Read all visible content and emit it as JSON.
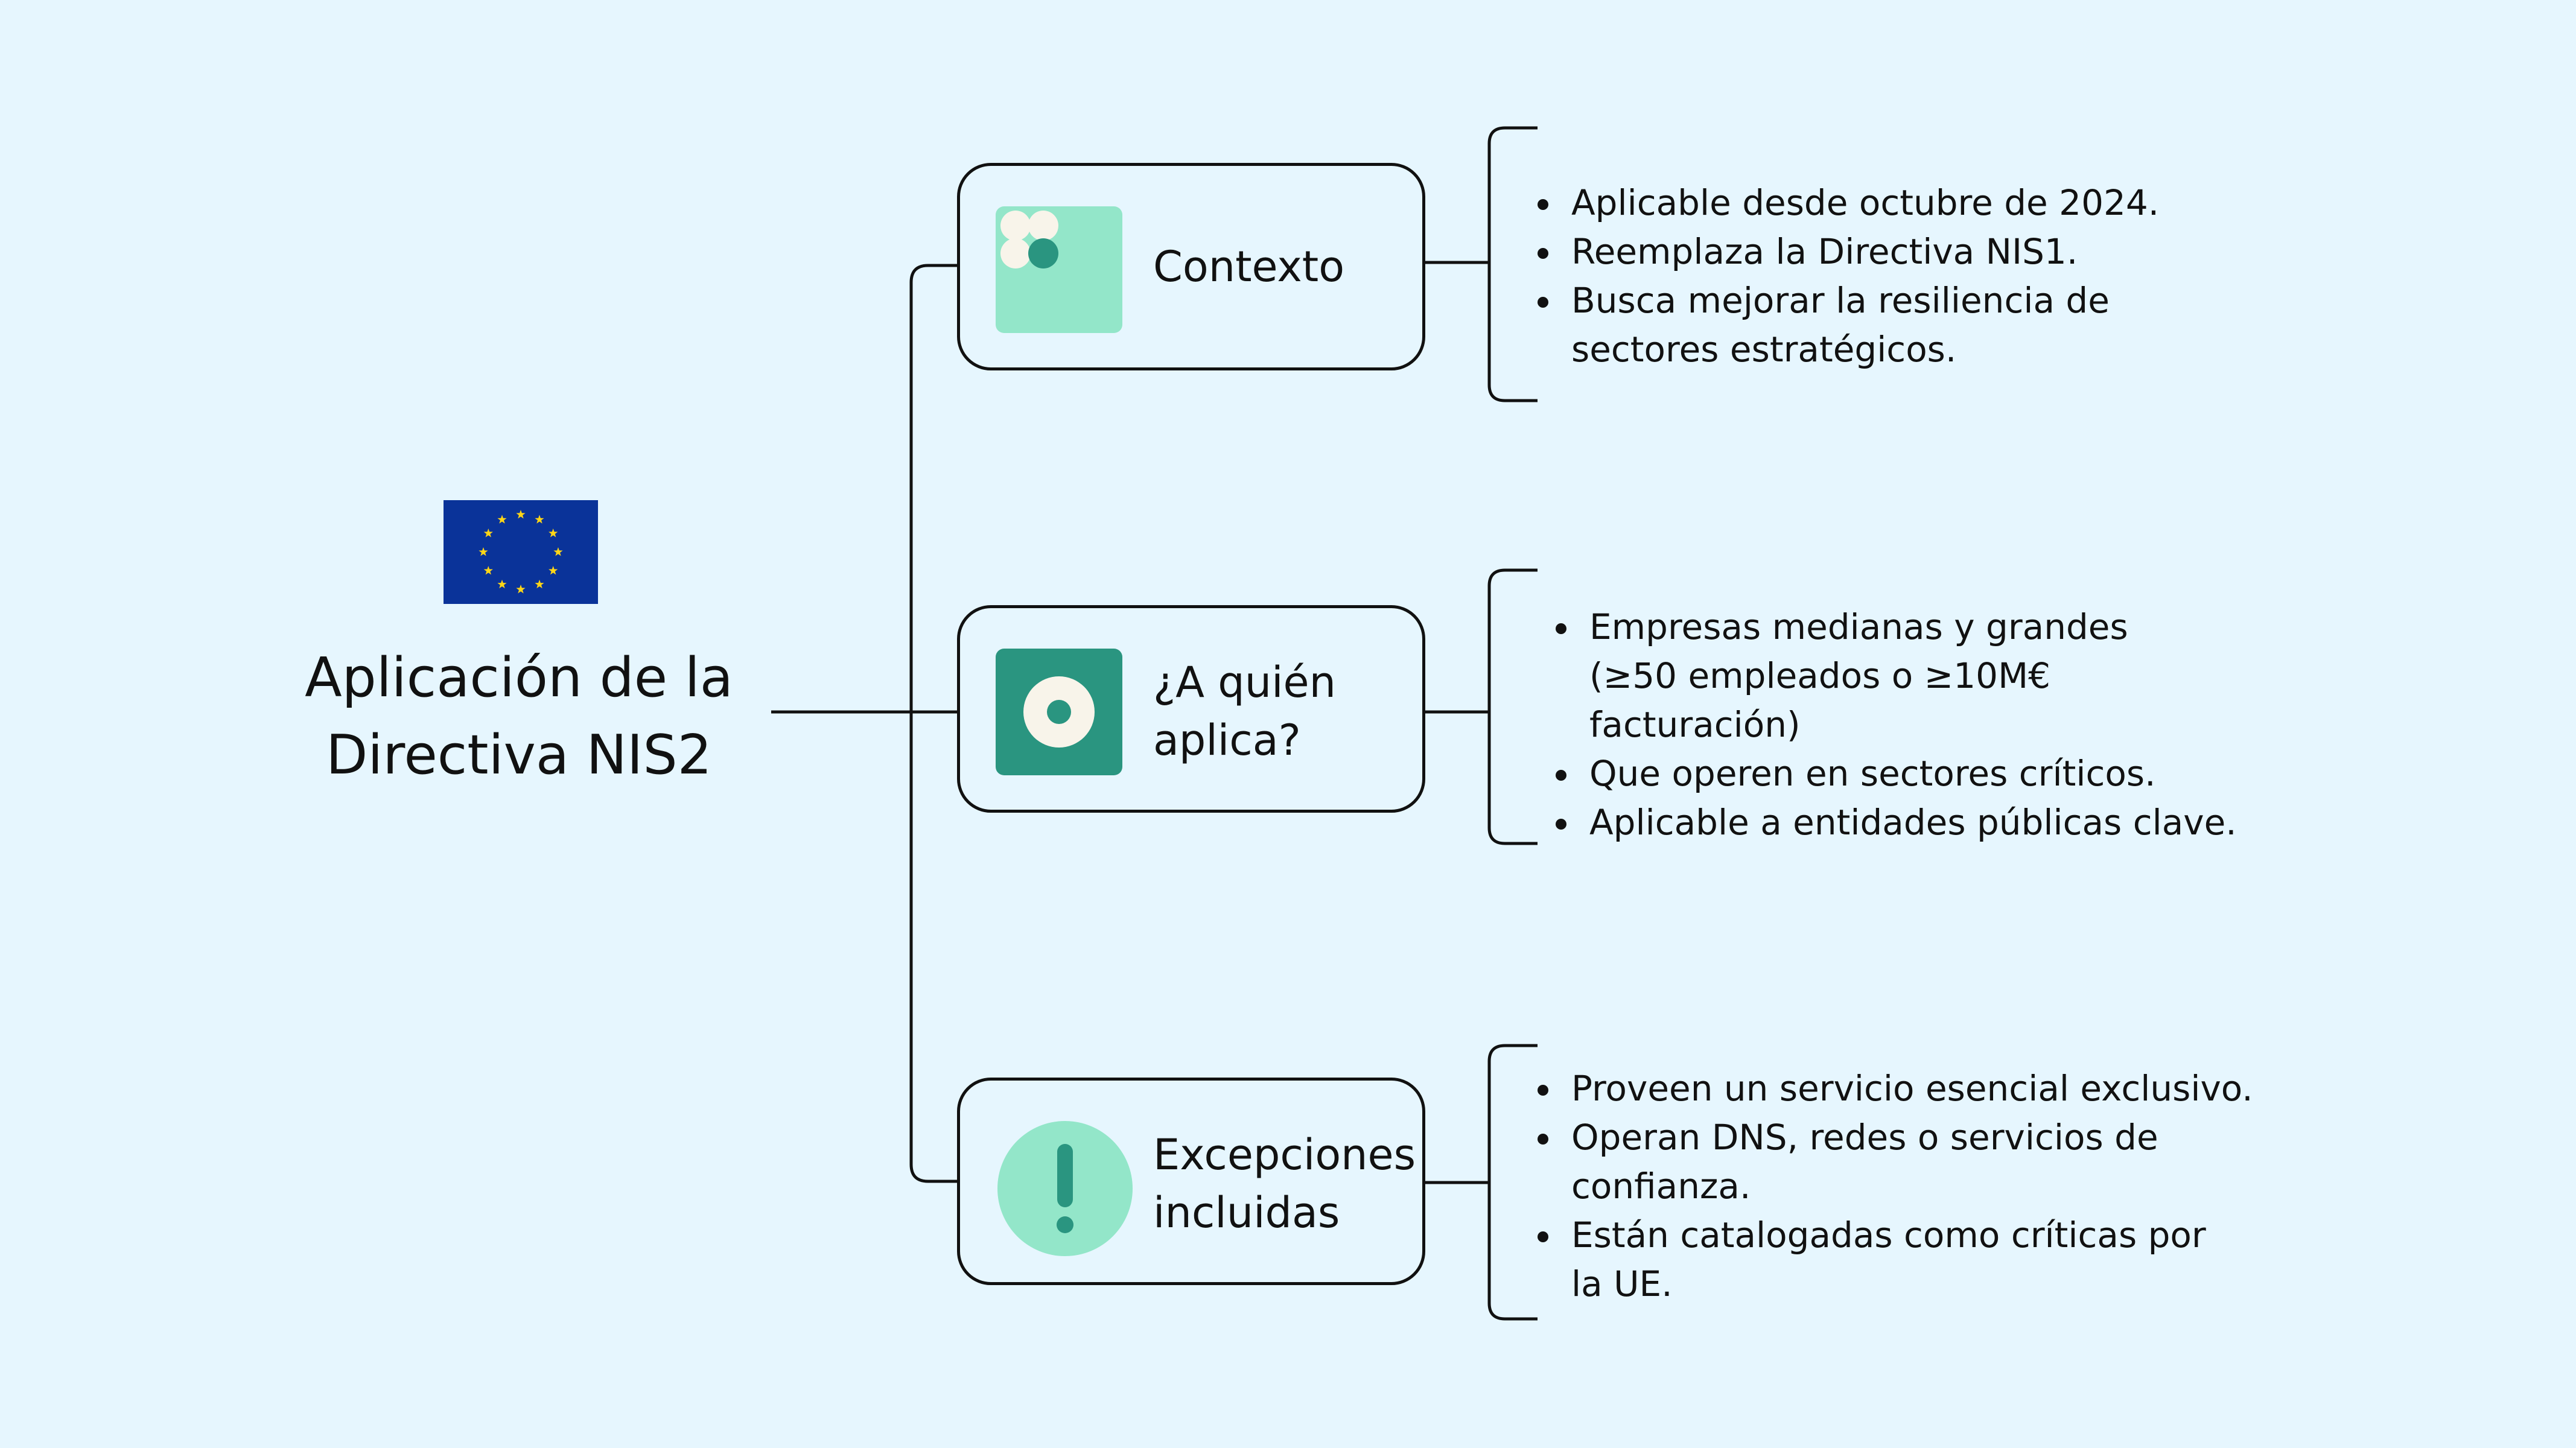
{
  "diagram": {
    "root": {
      "title_lines": [
        "Aplicación de la",
        "Directiva NIS2"
      ],
      "icon": "eu-flag-icon",
      "flag_colors": {
        "field": "#0a3399",
        "stars": "#ffd617"
      }
    },
    "branches": [
      {
        "label_lines": [
          "Contexto"
        ],
        "icon": "dots-cluster-icon",
        "bullets": [
          "Aplicable desde octubre de 2024.",
          "Reemplaza la Directiva NIS1.",
          "Busca mejorar la resiliencia de sectores estratégicos."
        ]
      },
      {
        "label_lines": [
          "¿A quién",
          "aplica?"
        ],
        "icon": "target-icon",
        "bullets": [
          "Empresas medianas y grandes (≥50 empleados o ≥10M€ facturación)",
          "Que operen en sectores críticos.",
          "Aplicable a entidades públicas clave."
        ]
      },
      {
        "label_lines": [
          "Excepciones",
          "incluidas"
        ],
        "icon": "exclamation-icon",
        "bullets": [
          "Proveen un servicio esencial exclusivo.",
          "Operan DNS, redes o servicios de confianza.",
          "Están catalogadas como críticas por la UE."
        ]
      }
    ]
  },
  "colors": {
    "background": "#e6f6fe",
    "line": "#111111",
    "mint": "#93e6c9",
    "teal": "#2a9580",
    "cream": "#f8f4ea"
  }
}
